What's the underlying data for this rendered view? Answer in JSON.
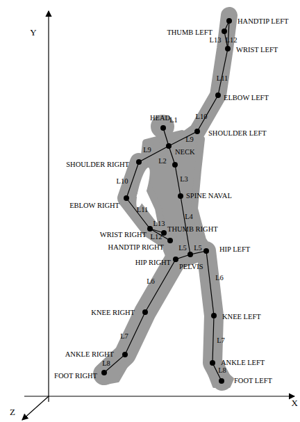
{
  "diagram": {
    "labels": [
      "HANDTIP LEFT",
      "THUMB LEFT",
      "L13",
      "L12",
      "WRIST LEFT",
      "L11",
      "ELBOW LEFT",
      "L10",
      "SHOULDER LEFT",
      "HEAD",
      "L1",
      "L9",
      "L9",
      "NECK",
      "L2",
      "SHOULDER RIGHT",
      "L3",
      "L10",
      "SPINE NAVAL",
      "EBLOW RIGHT",
      "L4",
      "L11",
      "L13",
      "THUMB RIGHT",
      "L12",
      "WRIST RIGHT",
      "HANDTIP RIGHT",
      "L5",
      "L5",
      "HIP LEFT",
      "HIP RIGHT",
      "PELVIS",
      "L6",
      "L6",
      "KNEE RIGHT",
      "KNEE LEFT",
      "L7",
      "L7",
      "ANKLE RIGHT",
      "ANKLE LEFT",
      "L8",
      "L8",
      "FOOT RIGHT",
      "FOOT LEFT",
      "Y",
      "X",
      "Z"
    ]
  }
}
